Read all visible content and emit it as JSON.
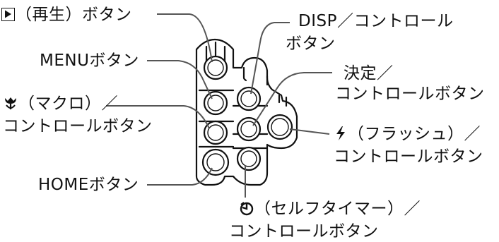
{
  "labels": {
    "play": "（再生）ボタン",
    "disp_line1": "DISP／コントロール",
    "disp_line2": "ボタン",
    "menu": "MENUボタン",
    "ok_line1": "決定／",
    "ok_line2": "コントロールボタン",
    "macro_line1": "（マクロ）／",
    "macro_line2": "コントロールボタン",
    "flash_line1": "（フラッシュ）／",
    "flash_line2": "コントロールボタン",
    "home": "HOMEボタン",
    "timer_line1": "（セルフタイマー）／",
    "timer_line2": "コントロールボタン"
  },
  "icons": {
    "play": "play-triangle-icon",
    "macro": "tulip-macro-icon",
    "flash": "lightning-flash-icon",
    "timer": "self-timer-icon"
  },
  "colors": {
    "ink": "#111111",
    "background": "#ffffff"
  }
}
